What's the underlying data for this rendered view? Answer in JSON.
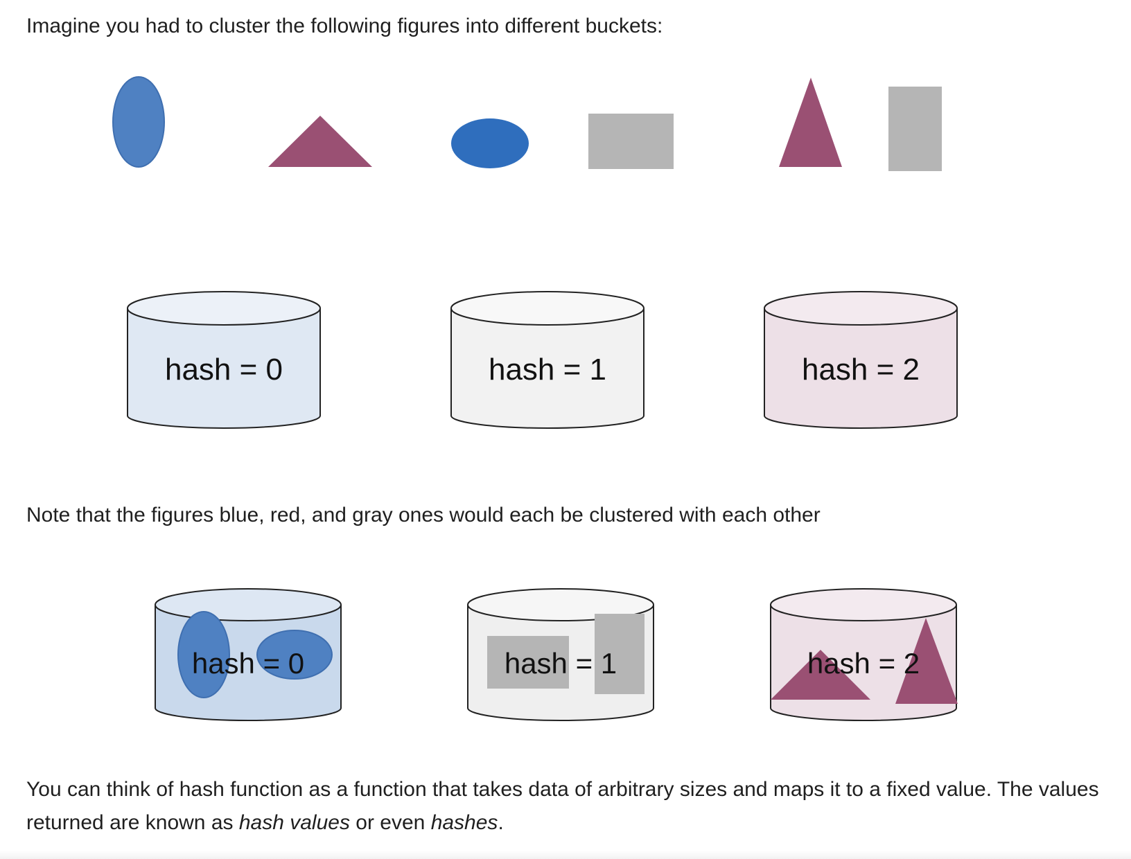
{
  "intro_text": "Imagine you had to cluster the following figures into different buckets:",
  "note_text": "Note that the figures blue, red, and gray ones would each be clustered with each other",
  "outro": {
    "part1": "You can think of hash function as a function that takes data of arbitrary sizes and maps it to a fixed value. The values returned are known as ",
    "term1": "hash values",
    "part2": " or even ",
    "term2": "hashes",
    "part3": "."
  },
  "buckets_top": [
    {
      "label": "hash = 0",
      "fill": "#dfe8f3"
    },
    {
      "label": "hash = 1",
      "fill": "#f2f2f2"
    },
    {
      "label": "hash = 2",
      "fill": "#ede0e7"
    }
  ],
  "buckets_bottom": [
    {
      "label": "hash = 0",
      "fill": "#c9d9ec"
    },
    {
      "label": "hash = 1",
      "fill": "#efefef"
    },
    {
      "label": "hash = 2",
      "fill": "#ede0e7"
    }
  ],
  "figures": [
    {
      "shape": "ellipse",
      "color": "#4f81c2"
    },
    {
      "shape": "triangle",
      "color": "#9a5073"
    },
    {
      "shape": "ellipse",
      "color": "#2f6ebd"
    },
    {
      "shape": "rectangle",
      "color": "#b5b5b5"
    },
    {
      "shape": "triangle",
      "color": "#9a5073"
    },
    {
      "shape": "rectangle",
      "color": "#b5b5b5"
    }
  ]
}
